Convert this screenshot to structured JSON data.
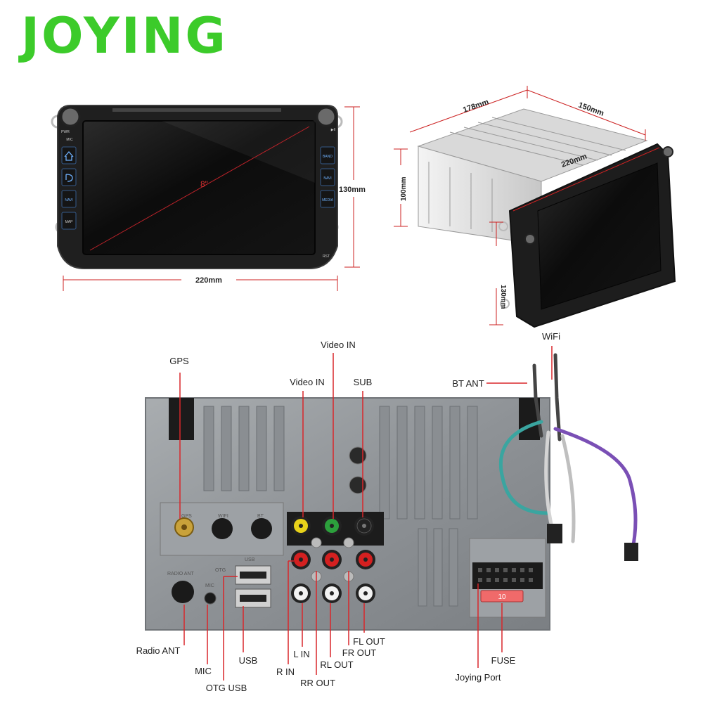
{
  "brand": {
    "name": "JOYING",
    "color": "#3ccb2a"
  },
  "front_view": {
    "screen_size": "8\"",
    "width": "220mm",
    "height": "130mm",
    "buttons_left": [
      "PWR",
      "MIC",
      "home-icon",
      "back-icon",
      "NAVI",
      "MAP"
    ],
    "buttons_right": [
      "▶II",
      "BAND",
      "NAVI",
      "MEDIA",
      "RST"
    ]
  },
  "side_view": {
    "depth": "178mm",
    "width": "150mm",
    "diagonal": "220mm",
    "height_box": "100mm",
    "height_front": "130mm"
  },
  "rear_view": {
    "labels": {
      "gps": "GPS",
      "video_in_top": "Video IN",
      "video_in": "Video IN",
      "sub": "SUB",
      "wifi": "WiFi",
      "bt_ant": "BT ANT",
      "radio_ant": "Radio ANT",
      "mic": "MIC",
      "otg_usb": "OTG USB",
      "usb": "USB",
      "r_in": "R IN",
      "l_in": "L IN",
      "rr_out": "RR OUT",
      "rl_out": "RL OUT",
      "fr_out": "FR OUT",
      "fl_out": "FL OUT",
      "joying_port": "Joying Port",
      "fuse": "FUSE"
    },
    "fuse_value": "10",
    "embossed": {
      "gps": "GPS",
      "wifi": "WIFI",
      "usb": "USB",
      "otg": "OTG",
      "mic": "MIC",
      "radio_ant": "RADIO ANT",
      "bt": "BT"
    }
  },
  "colors": {
    "leader": "#d9262a",
    "dim_line": "#cc2222",
    "rca_yellow": "#e8d21a",
    "rca_green": "#2ca03c",
    "rca_red": "#d42020",
    "rca_white": "#f2f2f2",
    "cable_teal": "#3aa5a0",
    "cable_purple": "#7a4fb5"
  }
}
